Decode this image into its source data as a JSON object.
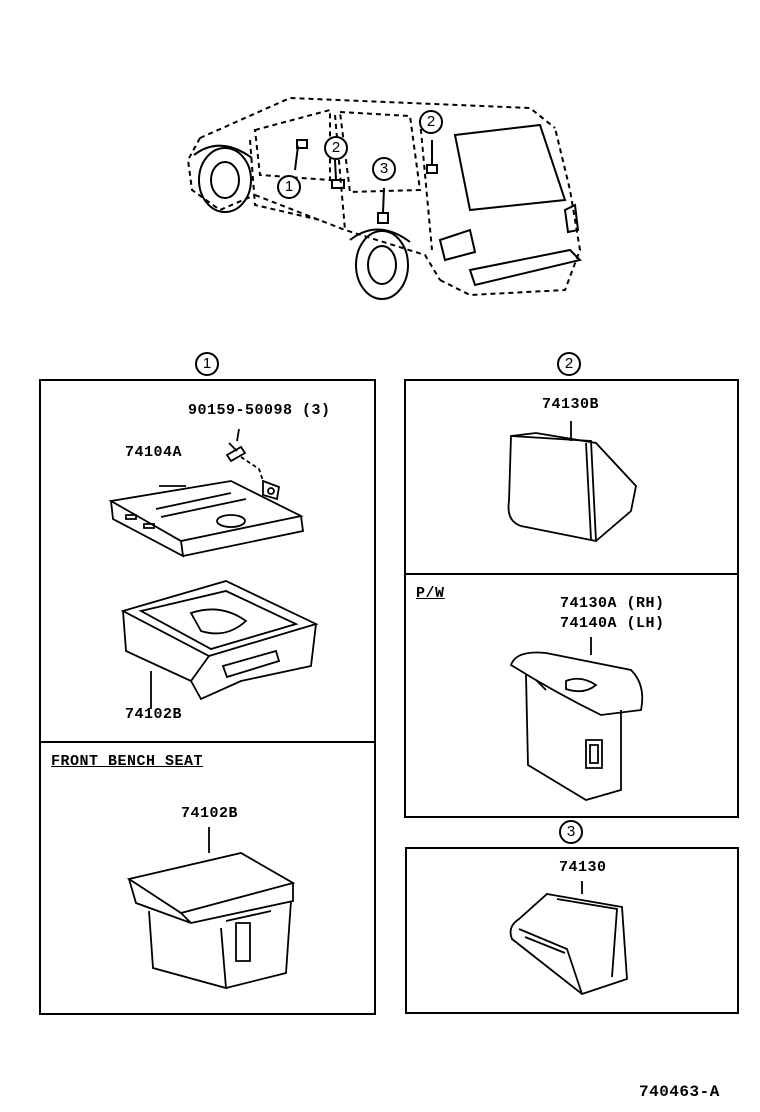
{
  "callouts": {
    "one": "1",
    "two": "2",
    "three": "3"
  },
  "panel_1": {
    "bolt_label": "90159-50098 (3)",
    "bracket_label": "74104A",
    "ashtray_label": "74102B"
  },
  "panel_bench": {
    "title": "FRONT BENCH SEAT",
    "ashtray_label": "74102B"
  },
  "panel_2": {
    "ashtray_label": "74130B"
  },
  "panel_pw": {
    "title": "P/W",
    "label_rh": "74130A (RH)",
    "label_lh": "74140A (LH)"
  },
  "panel_3": {
    "ashtray_label": "74130"
  },
  "figure_id": "740463-A"
}
